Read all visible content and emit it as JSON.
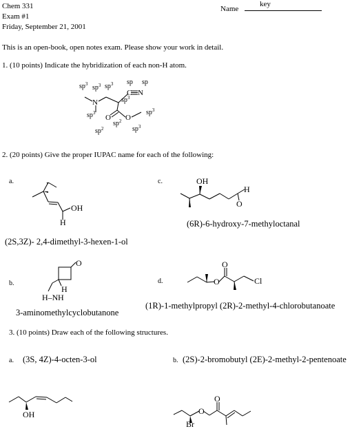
{
  "header": {
    "course": "Chem 331",
    "exam": "Exam #1",
    "date": "Friday, September 21, 2001",
    "name_label": "Name",
    "name_value": "key"
  },
  "intro": "This is an open-book, open notes exam.  Please show your work in detail.",
  "q1": {
    "prompt": "1.  (10 points)  Indicate the hybridization of each non-H atom.",
    "sp": "sp",
    "sup3": "3",
    "sup2": "2",
    "atom_N": "N",
    "atom_O": "O",
    "atom_C": "C",
    "atom_N2": "N"
  },
  "q2": {
    "prompt": "2.  (20 points)  Give the proper IUPAC name for each of the following:",
    "a": {
      "letter": "a.",
      "name": "(2S,3Z)- 2,4-dimethyl-3-hexen-1-ol",
      "atom": "OH",
      "atom_h": "H"
    },
    "b": {
      "letter": "b.",
      "name": "3-aminomethylcyclobutanone",
      "atom_o": "O",
      "atom_h2n": "H–N",
      "atom_h": "H",
      "atom_h3": "H"
    },
    "c": {
      "letter": "c.",
      "name": "(6R)-6-hydroxy-7-methyloctanal",
      "atom_oh": "OH",
      "atom_h": "H",
      "atom_o": "O"
    },
    "d": {
      "letter": "d.",
      "name": "(1R)-1-methylpropyl  (2R)-2-methyl-4-chlorobutanoate",
      "atom_o": "O",
      "atom_o2": "O",
      "atom_cl": "Cl"
    }
  },
  "q3": {
    "prompt": "3.  (10 points)  Draw each of the following structures.",
    "a": {
      "letter": "a.",
      "name": "(3S, 4Z)-4-octen-3-ol",
      "atom": "OH"
    },
    "b": {
      "letter": "b.",
      "name": "(2S)-2-bromobutyl (2E)-2-methyl-2-pentenoate",
      "atom_br": "Br",
      "atom_o": "O",
      "atom_o2": "O"
    }
  }
}
